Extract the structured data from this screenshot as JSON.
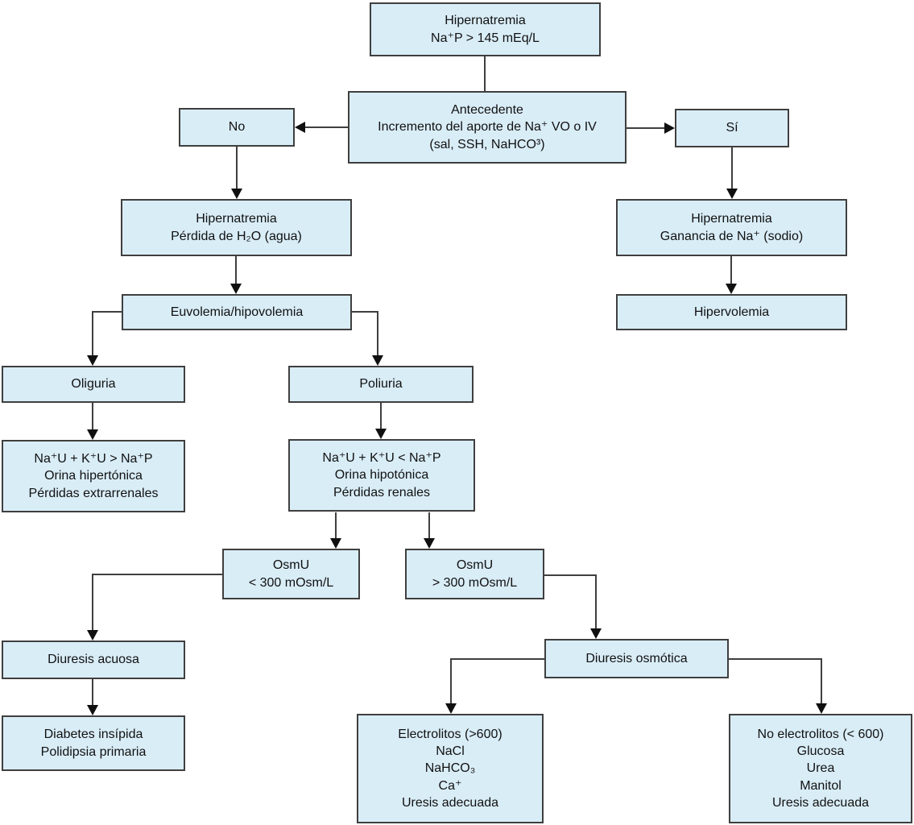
{
  "colors": {
    "canvas_bg": "#ffffff",
    "box_fill": "#d9edf7",
    "box_border": "#3f3f3f",
    "line_color": "#3f3f3f",
    "arrow_color": "#101010",
    "text_color": "#111111"
  },
  "diagram": {
    "type": "flowchart",
    "topic": "Hipernatremia diagnostic algorithm",
    "nodes": {
      "root": {
        "label": "Hipernatremia\nNa⁺P > 145 mEq/L"
      },
      "antecedente": {
        "label": "Antecedente\nIncremento del aporte de Na⁺ VO o IV\n(sal, SSH, NaHCO³)"
      },
      "no": {
        "label": "No"
      },
      "si": {
        "label": "Sí"
      },
      "perdida_agua": {
        "label": "Hipernatremia\nPérdida de H₂O (agua)"
      },
      "ganancia_na": {
        "label": "Hipernatremia\nGanancia de Na⁺ (sodio)"
      },
      "euvolemia": {
        "label": "Euvolemia/hipovolemia"
      },
      "hipervolemia": {
        "label": "Hipervolemia"
      },
      "oliguria": {
        "label": "Oliguria"
      },
      "poliuria": {
        "label": "Poliuria"
      },
      "na_mayor": {
        "label": "Na⁺U + K⁺U > Na⁺P\nOrina hipertónica\nPérdidas extrarrenales"
      },
      "na_menor": {
        "label": "Na⁺U + K⁺U < Na⁺P\nOrina hipotónica\nPérdidas renales"
      },
      "osmu_izq": {
        "label": "OsmU\n< 300 mOsm/L"
      },
      "osmu_der": {
        "label": "OsmU\n> 300 mOsm/L"
      },
      "diuresis_acuosa": {
        "label": "Diuresis acuosa"
      },
      "diabetes": {
        "label": "Diabetes insípida\nPolidipsia primaria"
      },
      "diuresis_osmotica": {
        "label": "Diuresis osmótica"
      },
      "electrolitos": {
        "label": "Electrolitos (>600)\nNaCl\nNaHCO₃\nCa⁺\nUresis adecuada"
      },
      "no_electrolitos": {
        "label": "No electrolitos (< 600)\nGlucosa\nUrea\nManitol\nUresis adecuada"
      }
    }
  }
}
